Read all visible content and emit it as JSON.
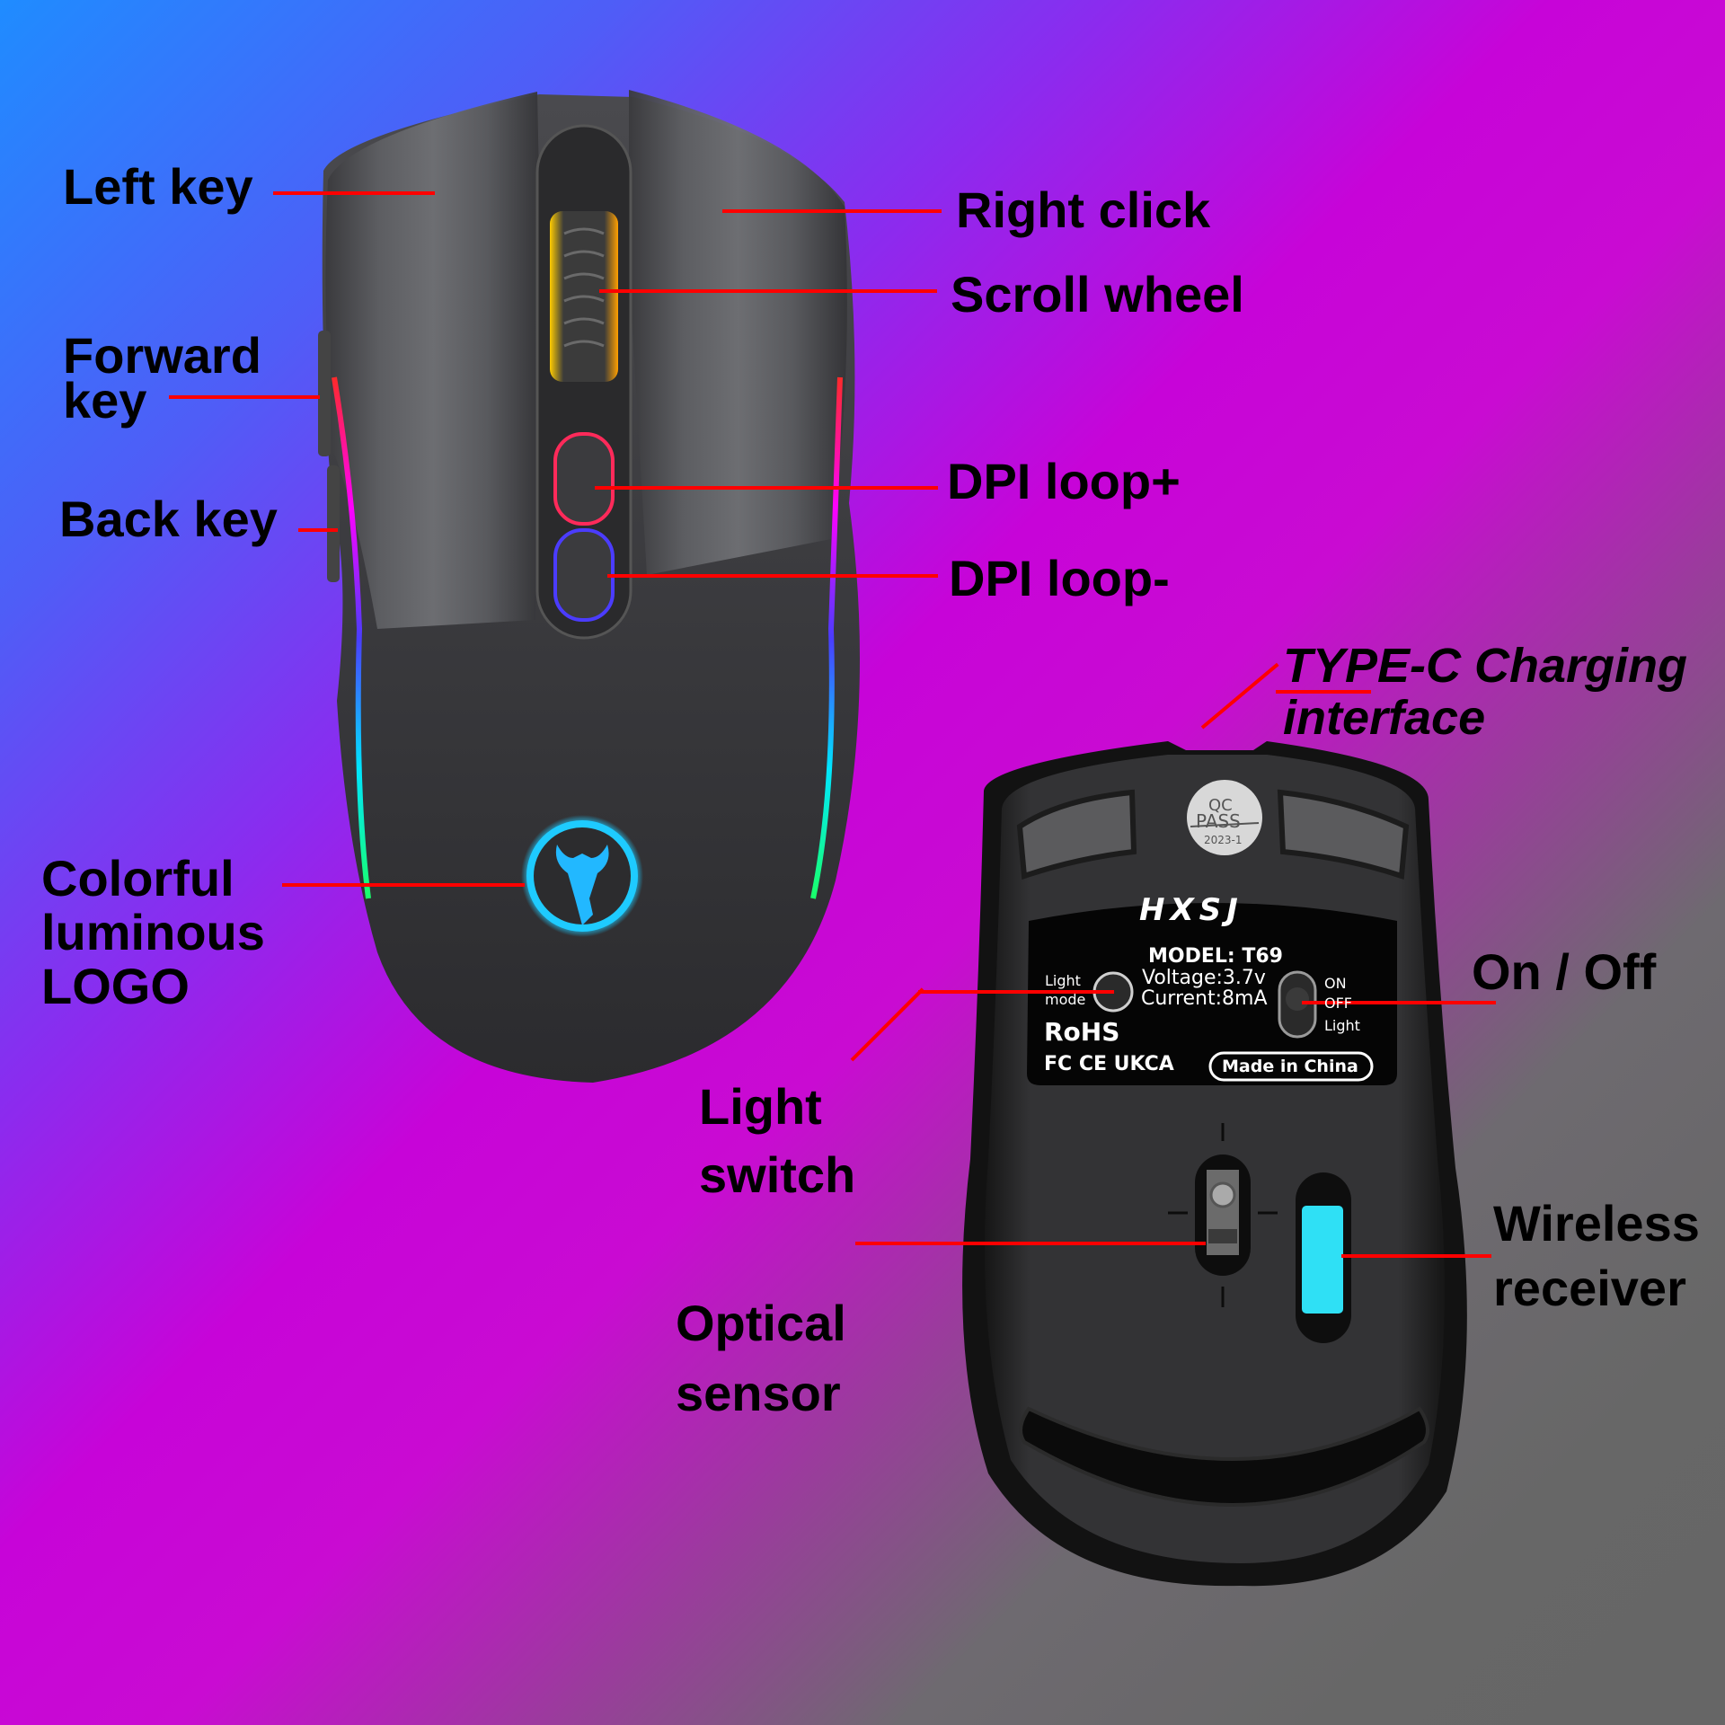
{
  "figure": {
    "type": "product-feature-diagram",
    "subject": "Wireless RGB gaming mouse (top and bottom views)",
    "background_gradient": [
      "#1f8cff",
      "#8a2cef",
      "#c704d8",
      "#676767"
    ],
    "leader_line_color": "#ff0000",
    "label_color": "#000000"
  },
  "top_view": {
    "labels": {
      "left_key": "Left key",
      "right_click": "Right click",
      "scroll_wheel": "Scroll wheel",
      "forward_key_line1": "Forward",
      "forward_key_line2": "key",
      "back_key": "Back key",
      "dpi_plus": "DPI loop+",
      "dpi_minus": "DPI loop-",
      "logo_line1": "Colorful",
      "logo_line2": "luminous",
      "logo_line3": "LOGO"
    },
    "logo_icon": "scorpion-icon",
    "logo_color": "#1ecbff",
    "rgb_strip_colors": [
      "#ff2a2a",
      "#ff00ff",
      "#4b3cff",
      "#00e5ff",
      "#19ff6a"
    ]
  },
  "bottom_view": {
    "labels": {
      "type_c_line1": "TYPE-C Charging",
      "type_c_line2": "interface",
      "on_off": "On / Off",
      "light_switch_line1": "Light",
      "light_switch_line2": "switch",
      "optical_sensor_line1": "Optical",
      "optical_sensor_line2": "sensor",
      "wireless_line1": "Wireless",
      "wireless_line2": "receiver"
    },
    "qc_sticker": {
      "line1": "QC",
      "line2": "PASS",
      "date": "2023-1"
    },
    "nameplate": {
      "brand": "HXSJ",
      "model": "MODEL: T69",
      "voltage": "Voltage:3.7v",
      "current": "Current:8mA",
      "light_mode_line1": "Light",
      "light_mode_line2": "mode",
      "switch_on": "ON",
      "switch_off": "OFF",
      "switch_light": "Light",
      "rohs": "RoHS",
      "certifications": "FC CE UKCA",
      "made_in": "Made in China"
    },
    "receiver_color": "#2fe0f5"
  }
}
